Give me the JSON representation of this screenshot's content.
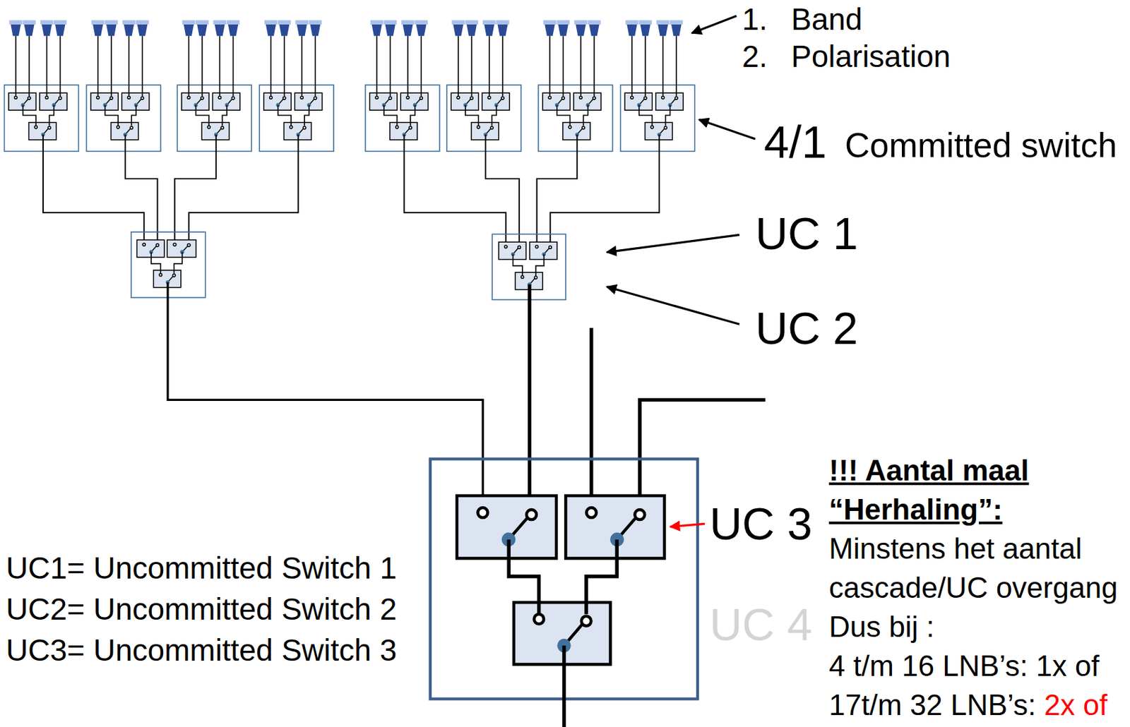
{
  "diagram": {
    "labels": [
      "1.",
      "Band",
      "2.",
      "Polarisation",
      "4/1",
      "Committed switch",
      "UC 1",
      "UC 2",
      "UC 3",
      "UC 4",
      "UC1= Uncommitted Switch 1",
      "UC2= Uncommitted Switch 2",
      "UC3= Uncommitted Switch 3",
      "!!! Aantal maal “Herhaling”:",
      "Minstens het aantal cascade/UC overgang",
      "Dus bij :",
      "4 t/m 16 LNB’s: 1x of",
      "17t/m 32 LNB’s:",
      "2x of"
    ]
  }
}
